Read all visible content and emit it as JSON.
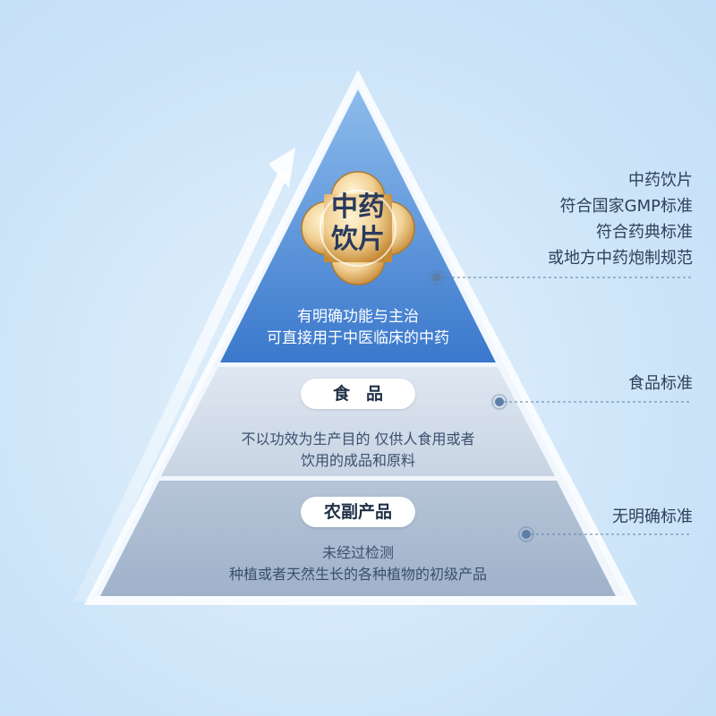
{
  "tiers": [
    {
      "label_lines": [
        "中药",
        "饮片"
      ],
      "description_lines": [
        "有明确功能与主治",
        "可直接用于中医临床的中药"
      ],
      "standard_lines": [
        "中药饮片",
        "符合国家GMP标准",
        "符合药典标准",
        "或地方中药炮制规范"
      ]
    },
    {
      "label": "食品",
      "description_lines": [
        "不以功效为生产目的 仅供人食用或者",
        "饮用的成品和原料"
      ],
      "standard_lines": [
        "食品标准"
      ]
    },
    {
      "label": "农副产品",
      "description_lines": [
        "未经过检测",
        "种植或者天然生长的各种植物的初级产品"
      ],
      "standard_lines": [
        "无明确标准"
      ]
    }
  ],
  "colors": {
    "tier1": "#3f82d2",
    "tier2": "#ccd8e6",
    "tier3": "#a8b9cf",
    "badge_gold": "#d9a652",
    "leader_line": "#5d7ea6"
  }
}
